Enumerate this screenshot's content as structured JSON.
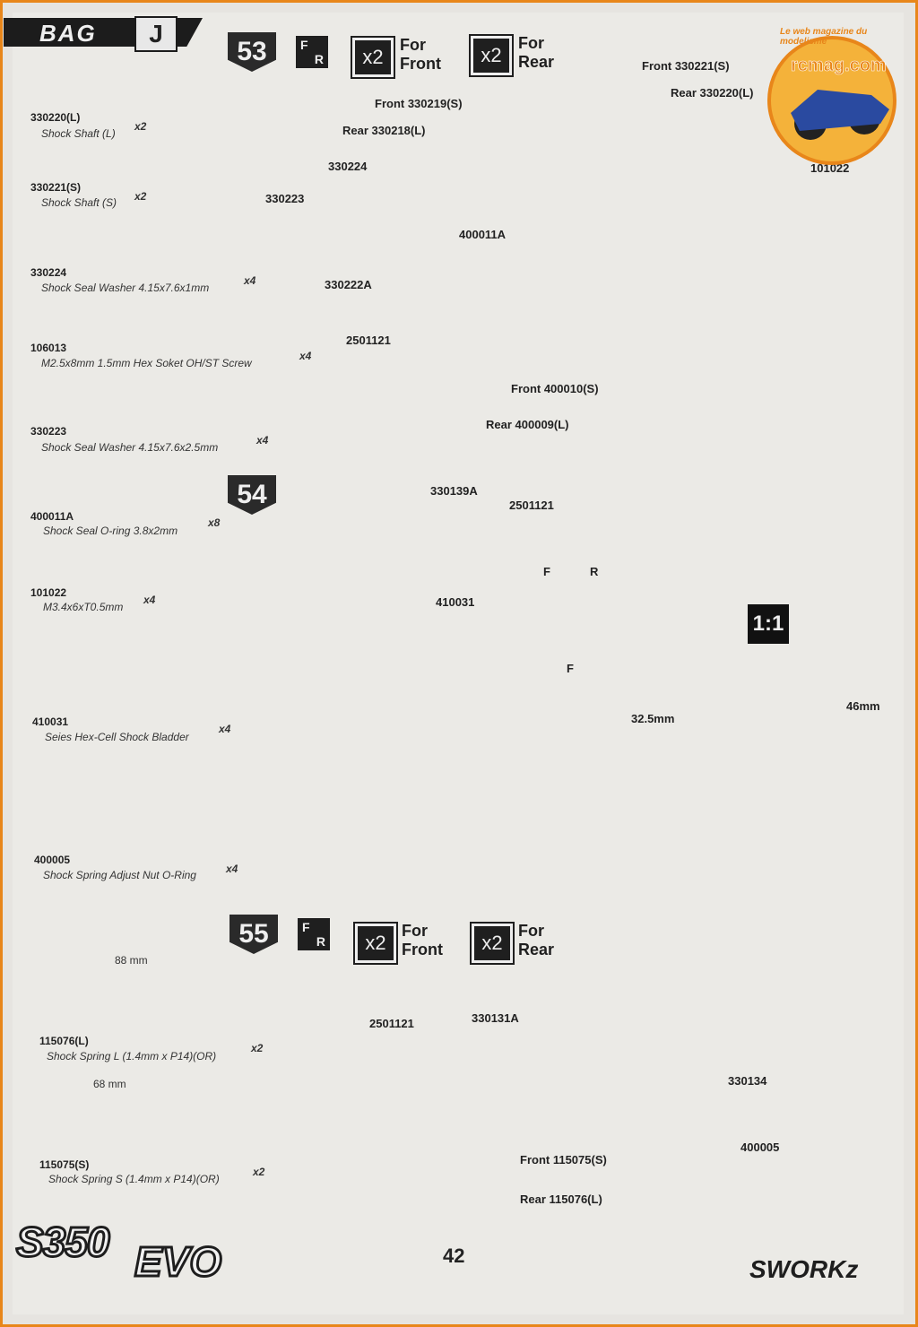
{
  "header": {
    "bag_label": "BAG",
    "bag_letter": "J",
    "step53": "53",
    "step54": "54",
    "step55": "55",
    "fr_f": "F",
    "fr_r": "R",
    "qty_x2": "x2",
    "for_front_1": "For",
    "for_front_2": "Front",
    "for_rear_1": "For",
    "for_rear_2": "Rear"
  },
  "parts_list": [
    {
      "pn": "330220(L)",
      "desc": "Shock Shaft (L)",
      "qty": "x2"
    },
    {
      "pn": "330221(S)",
      "desc": "Shock Shaft (S)",
      "qty": "x2"
    },
    {
      "pn": "330224",
      "desc": "Shock Seal Washer 4.15x7.6x1mm",
      "qty": "x4"
    },
    {
      "pn": "106013",
      "desc": "M2.5x8mm  1.5mm Hex Soket OH/ST Screw",
      "qty": "x4"
    },
    {
      "pn": "330223",
      "desc": "Shock Seal Washer 4.15x7.6x2.5mm",
      "qty": "x4"
    },
    {
      "pn": "400011A",
      "desc": "Shock Seal O-ring 3.8x2mm",
      "qty": "x8"
    },
    {
      "pn": "101022",
      "desc": "M3.4x6xT0.5mm",
      "qty": "x4"
    },
    {
      "pn": "410031",
      "desc": "Seies Hex-Cell Shock Bladder",
      "qty": "x4"
    },
    {
      "pn": "400005",
      "desc": "Shock Spring Adjust Nut O-Ring",
      "qty": "x4"
    }
  ],
  "springs": [
    {
      "length": "88 mm",
      "pn": "115076(L)",
      "desc": "Shock Spring L (1.4mm x P14)(OR)",
      "qty": "x2"
    },
    {
      "length": "68 mm",
      "pn": "115075(S)",
      "desc": "Shock Spring S (1.4mm x P14)(OR)",
      "qty": "x2"
    }
  ],
  "step53_labels": {
    "front_body": "Front 330219(S)",
    "rear_body": "Rear  330218(L)",
    "washer1": "330224",
    "washer2": "330223",
    "oring": "400011A",
    "cap": "330222A",
    "front_shaft": "Front 330221(S)",
    "rear_shaft": "Rear  330220(L)",
    "shim": "101022",
    "rodend": "2501121",
    "front_boot": "Front 400010(S)",
    "rear_boot": "Rear  400009(L)"
  },
  "step54_labels": {
    "cap": "330139A",
    "mount": "2501121",
    "bladder": "410031",
    "detail_f": "F",
    "detail_r": "R",
    "detail_f2": "F",
    "ratio": "1:1",
    "dim_short": "32.5mm",
    "dim_long": "46mm"
  },
  "step55_labels": {
    "collar": "2501121",
    "nut": "330131A",
    "ball": "330134",
    "front_spring": "Front 115075(S)",
    "rear_spring": "Rear  115076(L)",
    "oring": "400005"
  },
  "footer": {
    "page_number": "42",
    "model_logo_1": "S350",
    "model_logo_2": "EVO",
    "brand_logo": "SWORKz"
  },
  "watermark": {
    "site": "rcmag.com",
    "tagline": "Le web magazine du modelisme"
  },
  "colors": {
    "frame": "#e8861a",
    "ink": "#222222",
    "paper": "#ebeae6"
  }
}
